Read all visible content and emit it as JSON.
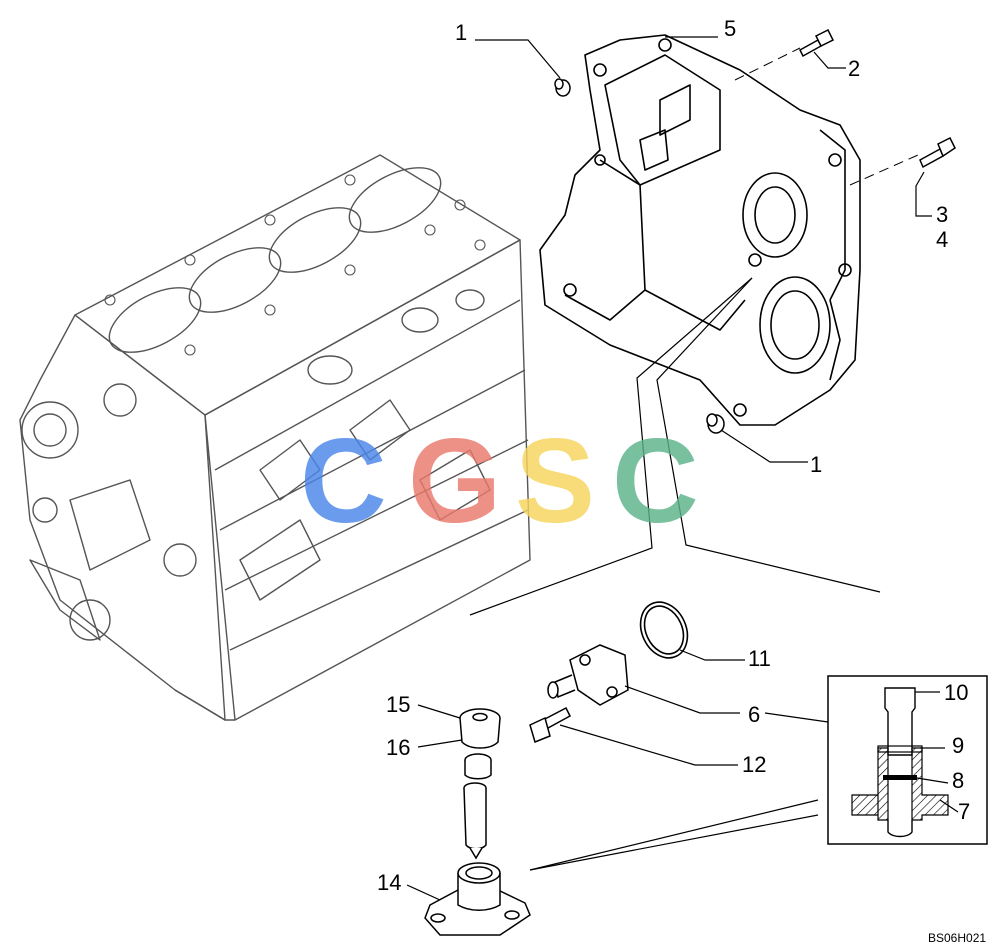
{
  "watermark": {
    "letters": [
      {
        "char": "C",
        "color": "#4a86e8"
      },
      {
        "char": "G",
        "color": "#ea7a6c"
      },
      {
        "char": "S",
        "color": "#f7d55d"
      },
      {
        "char": "C",
        "color": "#5cb38a"
      }
    ]
  },
  "callouts": {
    "c1_top": "1",
    "c1_mid": "1",
    "c2": "2",
    "c3": "3",
    "c4": "4",
    "c5": "5",
    "c6": "6",
    "c7": "7",
    "c8": "8",
    "c9": "9",
    "c10": "10",
    "c11": "11",
    "c12": "12",
    "c14": "14",
    "c15": "15",
    "c16": "16"
  },
  "reference_code": "BS06H021"
}
